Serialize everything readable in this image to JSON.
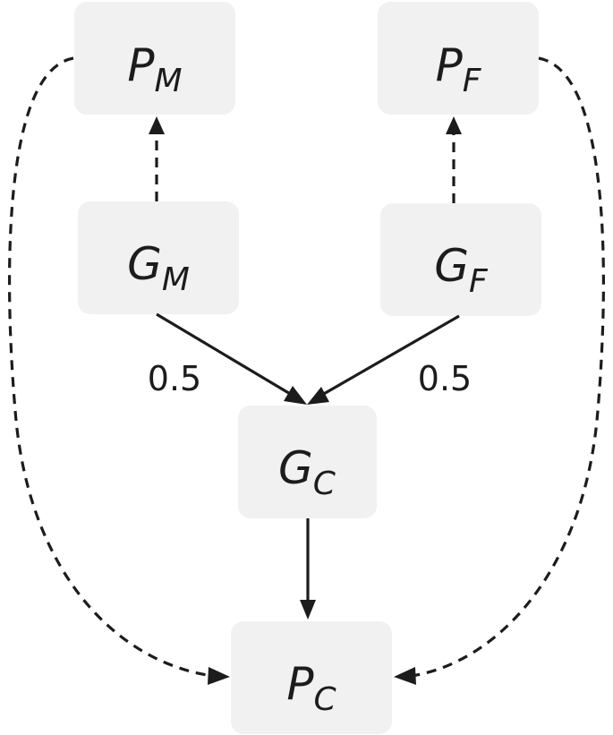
{
  "nodes": {
    "pm": {
      "main": "P",
      "sub": "M"
    },
    "pf": {
      "main": "P",
      "sub": "F"
    },
    "gm": {
      "main": "G",
      "sub": "M"
    },
    "gf": {
      "main": "G",
      "sub": "F"
    },
    "gc": {
      "main": "G",
      "sub": "C"
    },
    "pc": {
      "main": "P",
      "sub": "C"
    }
  },
  "edges": {
    "gm_gc_weight": "0.5",
    "gf_gc_weight": "0.5"
  },
  "colors": {
    "node_fill": "#f1f1f1",
    "ink": "#1c1c1c"
  }
}
